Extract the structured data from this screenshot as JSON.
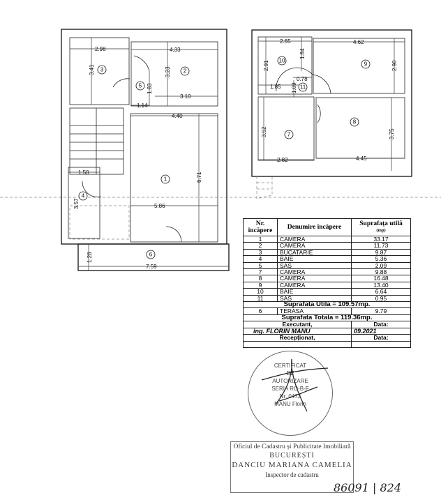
{
  "floor_plan": {
    "ground_floor": {
      "rooms": [
        "1",
        "2",
        "3",
        "4",
        "5",
        "6"
      ],
      "dimensions": [
        "2.98",
        "4.33",
        "3.41",
        "3.23",
        "1.83",
        "3.10",
        "1.14",
        "4.40",
        "6.71",
        "1.50",
        "3.57",
        "5.86",
        "1.28",
        "7.59"
      ]
    },
    "upper_floor": {
      "rooms": [
        "7",
        "8",
        "9",
        "10",
        "11"
      ],
      "dimensions": [
        "2.65",
        "1.84",
        "2.91",
        "4.62",
        "2.90",
        "0.78",
        "1.85",
        "1.09",
        "3.52",
        "2.82",
        "4.45",
        "3.75"
      ]
    }
  },
  "table": {
    "headers": {
      "nr_1": "Nr.",
      "nr_2": "încăpere",
      "name": "Denumire încăpere",
      "area": "Suprafața utilă",
      "unit": "(mp)"
    },
    "rows": [
      {
        "nr": "1",
        "name": "CAMERA",
        "area": "33.17"
      },
      {
        "nr": "2",
        "name": "CAMERA",
        "area": "11.73"
      },
      {
        "nr": "3",
        "name": "BUCATARIE",
        "area": "9.87"
      },
      {
        "nr": "4",
        "name": "BAIE",
        "area": "5.36"
      },
      {
        "nr": "5",
        "name": "SAS",
        "area": "2.09"
      },
      {
        "nr": "7",
        "name": "CAMERA",
        "area": "9.88"
      },
      {
        "nr": "8",
        "name": "CAMERA",
        "area": "16.48"
      },
      {
        "nr": "9",
        "name": "CAMERA",
        "area": "13.40"
      },
      {
        "nr": "10",
        "name": "BAIE",
        "area": "6.64"
      },
      {
        "nr": "11",
        "name": "SAS",
        "area": "0.95"
      }
    ],
    "useful_total": "Suprafata Utila = 109.57mp.",
    "terrace": {
      "nr": "6",
      "name": "TERASA",
      "area": "9.79"
    },
    "grand_total": "Suprafata Totala = 119.36mp.",
    "executant_label": "Executant,",
    "date_label": "Data:",
    "executant_name": "ing. FLORIN MANU",
    "executant_date": "09.2021",
    "receptionat_label": "Recepționat,",
    "receptionat_date_label": "Data:"
  },
  "stamp": {
    "lines": [
      "CERTIFICAT",
      "DE",
      "AUTORIZARE",
      "SERIA RO-B-F",
      "Nr. 0473",
      "MANU Florin"
    ]
  },
  "ocpi_stamp": {
    "office": "Oficiul de Cadastru și Publicitate Imobiliară",
    "city": "BUCUREȘTI",
    "name": "DANCIU MARIANA CAMELIA",
    "role": "Inspector de cadastru"
  },
  "handwriting": "86091 | 824"
}
